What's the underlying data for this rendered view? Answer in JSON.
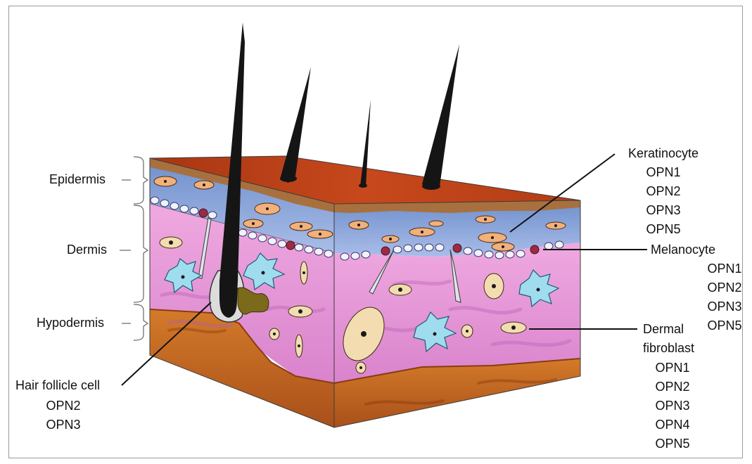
{
  "layers": {
    "epidermis": "Epidermis",
    "dermis": "Dermis",
    "hypodermis": "Hypodermis"
  },
  "cells": [
    {
      "id": "keratinocyte",
      "name": "Keratinocyte",
      "opsins": [
        "OPN1",
        "OPN2",
        "OPN3",
        "OPN5"
      ]
    },
    {
      "id": "melanocyte",
      "name": "Melanocyte",
      "opsins": [
        "OPN1",
        "OPN2",
        "OPN3",
        "OPN5"
      ]
    },
    {
      "id": "dermal-fibroblast",
      "name_line1": "Dermal",
      "name_line2": "fibroblast",
      "opsins": [
        "OPN1",
        "OPN2",
        "OPN3",
        "OPN4",
        "OPN5"
      ]
    },
    {
      "id": "hair-follicle-cell",
      "name": "Hair follicle cell",
      "opsins": [
        "OPN2",
        "OPN3"
      ]
    }
  ],
  "colors": {
    "skin_surface": "#c0461c",
    "epidermis_blue": "#8ea6d8",
    "dermis_pink": "#e79ad8",
    "hypodermis_orange": "#c56a1c",
    "hair": "#151515",
    "fibroblast_fill": "#f3ddb0",
    "keratinocyte_fill": "#f2b07a",
    "melanocyte_fill": "#9c2a45",
    "macrophage_fill": "#9fdcee"
  }
}
